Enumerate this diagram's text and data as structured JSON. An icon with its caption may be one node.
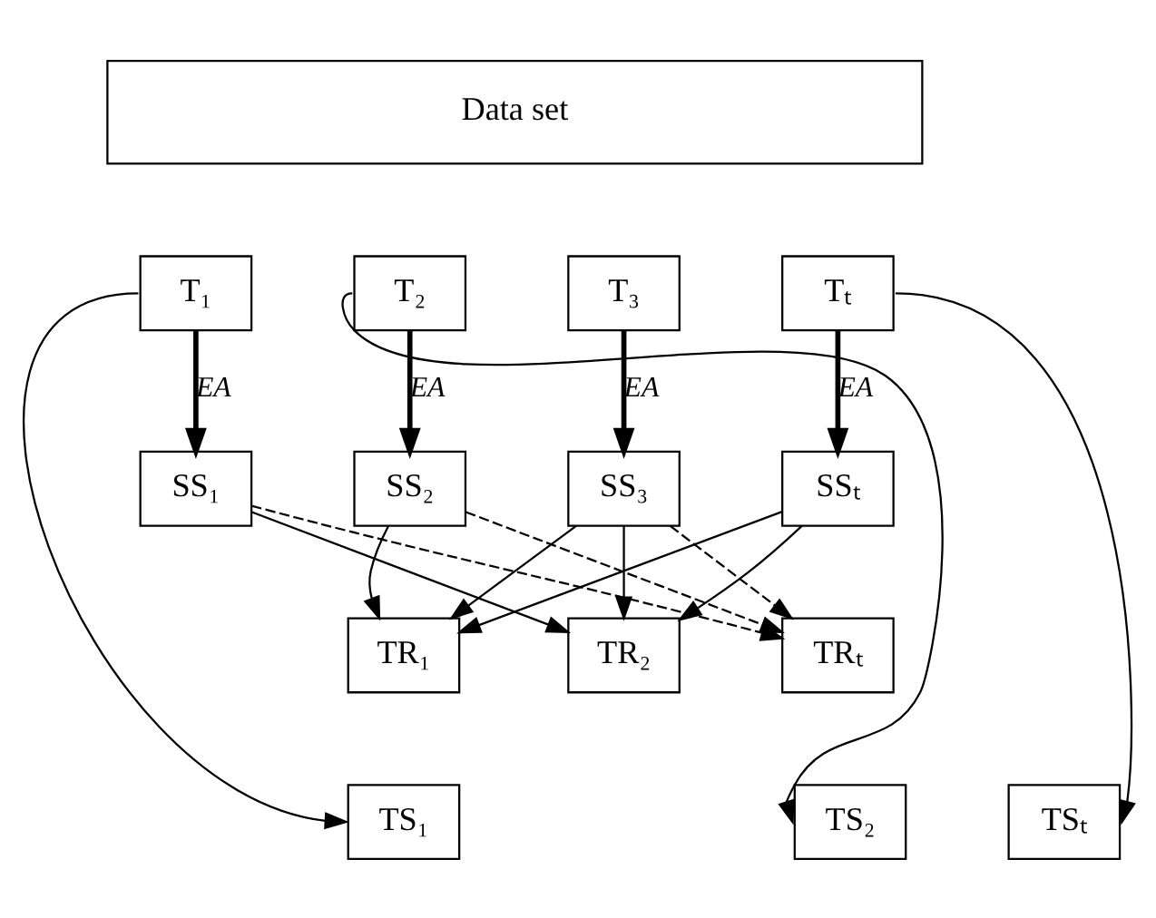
{
  "diagram": {
    "nodes": [
      {
        "text": [
          "Data set"
        ]
      },
      {
        "text": [
          "T₁"
        ]
      },
      {
        "text": [
          "T₂"
        ]
      },
      {
        "text": [
          "T₃"
        ]
      },
      {
        "text": [
          "Tₜ"
        ]
      },
      {
        "text": [
          "SS₁"
        ]
      },
      {
        "text": [
          "SS₂"
        ]
      },
      {
        "text": [
          "SS₃"
        ]
      },
      {
        "text": [
          "SSₜ"
        ]
      },
      {
        "text": [
          "TR₁"
        ]
      },
      {
        "text": [
          "TR₂"
        ]
      },
      {
        "text": [
          "TRₜ"
        ]
      },
      {
        "text": [
          "TS₁"
        ]
      },
      {
        "text": [
          "TS₂"
        ]
      },
      {
        "text": [
          "TSₜ"
        ]
      }
    ],
    "edges": [
      {
        "from": 1,
        "to": 5,
        "arrow": "to",
        "label": "EA",
        "style": "thick"
      },
      {
        "from": 2,
        "to": 6,
        "arrow": "to",
        "label": "EA",
        "style": "thick"
      },
      {
        "from": 3,
        "to": 7,
        "arrow": "to",
        "label": "EA",
        "style": "thick"
      },
      {
        "from": 4,
        "to": 8,
        "arrow": "to",
        "label": "EA",
        "style": "thick"
      },
      {
        "from": 1,
        "to": 12,
        "arrow": "to"
      },
      {
        "from": 2,
        "to": 13,
        "arrow": "to"
      },
      {
        "from": 4,
        "to": 14,
        "arrow": "to"
      },
      {
        "from": 5,
        "to": 10,
        "arrow": "to"
      },
      {
        "from": 5,
        "to": 11,
        "arrow": "to",
        "style": "dashed"
      },
      {
        "from": 6,
        "to": 9,
        "arrow": "to"
      },
      {
        "from": 6,
        "to": 11,
        "arrow": "to",
        "style": "dashed"
      },
      {
        "from": 7,
        "to": 9,
        "arrow": "to"
      },
      {
        "from": 7,
        "to": 10,
        "arrow": "to"
      },
      {
        "from": 7,
        "to": 11,
        "arrow": "to",
        "style": "dashed"
      },
      {
        "from": 8,
        "to": 9,
        "arrow": "to"
      },
      {
        "from": 8,
        "to": 10,
        "arrow": "to"
      }
    ]
  }
}
